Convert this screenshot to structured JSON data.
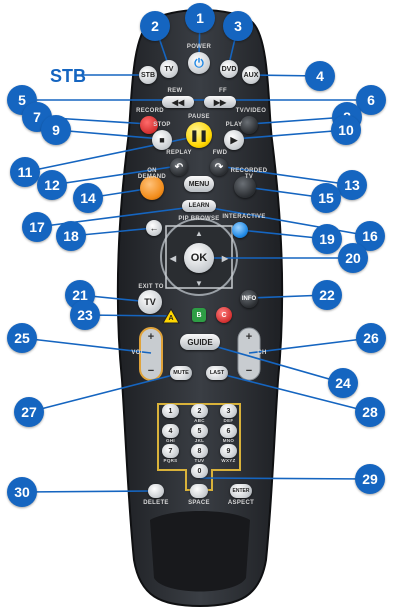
{
  "colors": {
    "callout": "#1565c0",
    "body": "#2b2e33",
    "red": "#d32f2f",
    "yellow": "#ffd600",
    "orange": "#f28c1a",
    "green": "#2e9e45",
    "blue": "#1e88e5"
  },
  "stb_label": "STB",
  "callouts": [
    "1",
    "2",
    "3",
    "4",
    "5",
    "6",
    "7",
    "8",
    "9",
    "10",
    "11",
    "12",
    "13",
    "14",
    "15",
    "16",
    "17",
    "18",
    "19",
    "20",
    "21",
    "22",
    "23",
    "24",
    "25",
    "26",
    "27",
    "28",
    "29",
    "30"
  ],
  "buttons": {
    "power": "",
    "power_label": "POWER",
    "tv": "TV",
    "dvd": "DVD",
    "stb": "STB",
    "aux": "AUX",
    "rew_label": "REW",
    "ff_label": "FF",
    "record_label": "RECORD",
    "tvvideo_label": "TV/VIDEO",
    "stop_label": "STOP",
    "pause_label": "PAUSE",
    "play_label": "PLAY",
    "replay_label": "REPLAY",
    "fwd_label": "FWD",
    "on_demand": "ON DEMAND",
    "menu": "MENU",
    "recorded_tv": "RECORDED TV",
    "learn": "LEARN",
    "pip_label": "PIP BROWSE",
    "interactive_label": "INTERACTIVE",
    "ok": "OK",
    "exit_label": "EXIT TO",
    "tv_big": "TV",
    "info": "INFO",
    "a": "A",
    "b": "B",
    "c": "C",
    "vol_label": "VOL",
    "ch_label": "CH",
    "guide": "GUIDE",
    "mute": "MUTE",
    "last": "LAST",
    "keys": [
      "1",
      "2",
      "3",
      "4",
      "5",
      "6",
      "7",
      "8",
      "9",
      "0"
    ],
    "key_letters": {
      "2": "ABC",
      "3": "DEF",
      "4": "GHI",
      "5": "JKL",
      "6": "MNO",
      "7": "PQRS",
      "8": "TUV",
      "9": "WXYZ"
    },
    "delete": "DELETE",
    "space": "SPACE",
    "enter": "ENTER",
    "aspect": "ASPECT",
    "plus": "+",
    "minus": "−",
    "arrow_left": "←"
  }
}
